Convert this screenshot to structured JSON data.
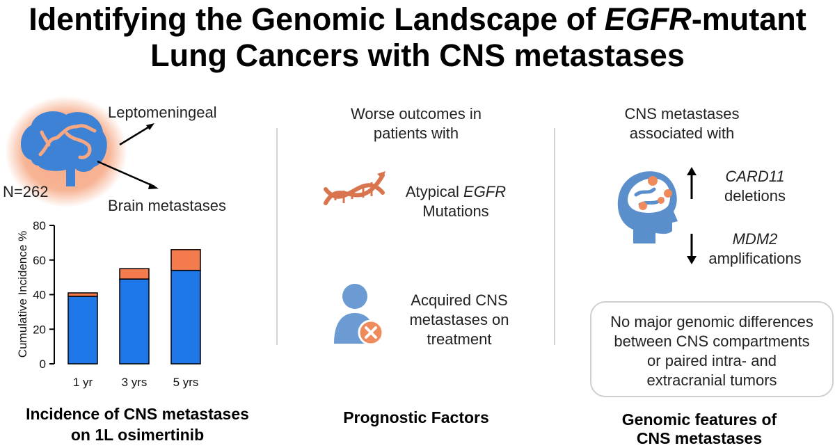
{
  "title": {
    "line1_pre": "Identifying the Genomic Landscape of ",
    "line1_italic": "EGFR",
    "line1_post": "-mutant",
    "line2": "Lung Cancers with CNS metastases"
  },
  "left": {
    "label_leptomeningeal": "Leptomeningeal",
    "label_brain": "Brain metastases",
    "n_label": "N=262",
    "footer_line1": "Incidence of CNS metastases",
    "footer_line2": "on 1L osimertinib"
  },
  "middle": {
    "heading_line1": "Worse outcomes in",
    "heading_line2": "patients with",
    "item1_pre": "Atypical ",
    "item1_italic": "EGFR",
    "item1_line2": "Mutations",
    "item2_line1": "Acquired CNS",
    "item2_line2": "metastases on",
    "item2_line3": "treatment",
    "footer": "Prognostic Factors"
  },
  "right": {
    "heading_line1": "CNS metastases",
    "heading_line2": "associated with",
    "gene1": "CARD11",
    "gene1_desc": "deletions",
    "gene2": "MDM2",
    "gene2_desc": "amplifications",
    "box_line1": "No major genomic differences",
    "box_line2": "between CNS compartments",
    "box_line3": "or paired intra- and",
    "box_line4": "extracranial tumors",
    "footer_line1": "Genomic features of",
    "footer_line2": "CNS metastases"
  },
  "chart_data": {
    "type": "bar",
    "stacked": true,
    "categories": [
      "1 yr",
      "3 yrs",
      "5 yrs"
    ],
    "series": [
      {
        "values": [
          39,
          49,
          54
        ],
        "color": "#1f77e8"
      },
      {
        "values": [
          2,
          6,
          12
        ],
        "color": "#f47b4e"
      }
    ],
    "ylabel": "Cumulative Incidence %",
    "ylim": [
      0,
      80
    ],
    "yticks": [
      0,
      20,
      40,
      60,
      80
    ],
    "grid": false
  },
  "colors": {
    "brain_blue": "#3d82d4",
    "glow": "#f6a783",
    "dna_orange": "#d9754e",
    "person_blue": "#6b9bd2",
    "head_blue": "#5b8fcb",
    "tumor_orange": "#ef8a5c",
    "divider": "#d2d2d2"
  }
}
